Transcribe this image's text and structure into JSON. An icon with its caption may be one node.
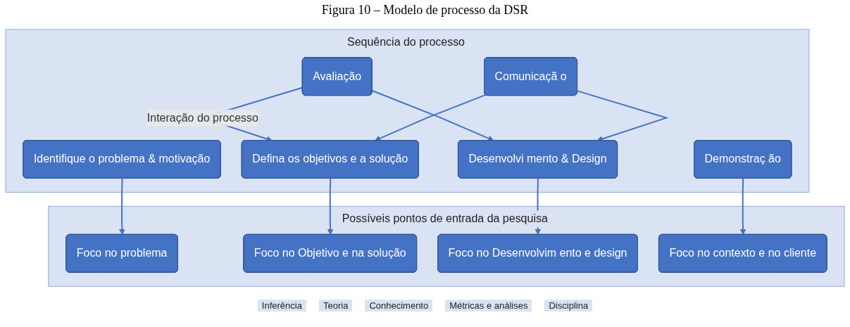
{
  "diagram": {
    "title": "Figura 10 – Modelo de processo da DSR",
    "nodes": [
      {
        "text": [
          "Sequência do processo"
        ]
      },
      {
        "text": [
          "Identifique o problema & motivação"
        ],
        "in": 0
      },
      {
        "text": [
          "Defina os objetivos e a solução"
        ],
        "in": 0
      },
      {
        "text": [
          "Desenvolvi mento & Design"
        ],
        "in": 0
      },
      {
        "text": [
          "Demonstraç ão"
        ],
        "in": 0
      },
      {
        "text": [
          "Avaliação"
        ],
        "in": 0
      },
      {
        "text": [
          "Comunicaçã o"
        ],
        "in": 0
      },
      {
        "text": [
          "Possíveis pontos de entrada da pesquisa"
        ]
      },
      {
        "text": [
          "Foco no problema"
        ],
        "in": 7
      },
      {
        "text": [
          "Foco no Objetivo e na solução"
        ],
        "in": 7
      },
      {
        "text": [
          "Foco no Desenvolvim ento e design"
        ],
        "in": 7
      },
      {
        "text": [
          "Foco no contexto e no cliente"
        ],
        "in": 7
      }
    ],
    "edges": [
      {
        "from": 1,
        "to": 8,
        "arrow": "to"
      },
      {
        "from": 2,
        "to": 9,
        "arrow": "to"
      },
      {
        "from": 3,
        "to": 10,
        "arrow": "to"
      },
      {
        "from": 4,
        "to": 11,
        "arrow": "to"
      },
      {
        "from": 5,
        "to": 2,
        "arrow": "to",
        "label": "Interação do processo"
      },
      {
        "from": 5,
        "to": 3,
        "arrow": "to"
      },
      {
        "from": 6,
        "to": 2,
        "arrow": "to"
      },
      {
        "from": 6,
        "to": 3,
        "arrow": "to"
      }
    ],
    "labels": [
      "Inferência",
      "Teoria",
      "Conhecimento",
      "Métricas e análises",
      "Disciplina"
    ]
  }
}
